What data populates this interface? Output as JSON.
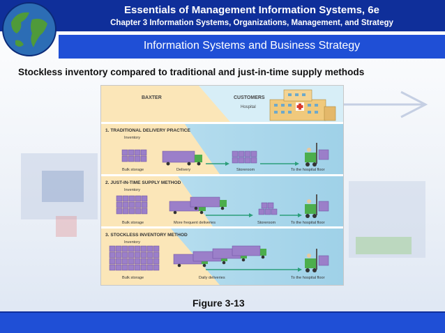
{
  "header": {
    "title": "Essentials of Management Information Systems, 6e",
    "chapter": "Chapter 3 Information Systems, Organizations, Management, and Strategy",
    "section": "Information Systems and Business Strategy"
  },
  "slide_title": "Stockless inventory compared to traditional and just-in-time supply methods",
  "figure": {
    "top": {
      "left_label": "BAXTER",
      "right_label": "CUSTOMERS",
      "right_sub": "Hospital"
    },
    "panels": [
      {
        "title": "1. TRADITIONAL DELIVERY PRACTICE",
        "sub": "Inventory",
        "labels": [
          "Bulk storage",
          "Delivery",
          "Storeroom",
          "To the hospital floor"
        ]
      },
      {
        "title": "2. JUST-IN-TIME SUPPLY METHOD",
        "sub": "Inventory",
        "labels": [
          "Bulk storage",
          "More frequent deliveries",
          "Storeroom",
          "To the hospital floor"
        ]
      },
      {
        "title": "3. STOCKLESS INVENTORY METHOD",
        "sub": "Inventory",
        "labels": [
          "Bulk storage",
          "Daily deliveries",
          "To the hospital floor"
        ]
      }
    ],
    "caption": "Figure 3-13"
  }
}
